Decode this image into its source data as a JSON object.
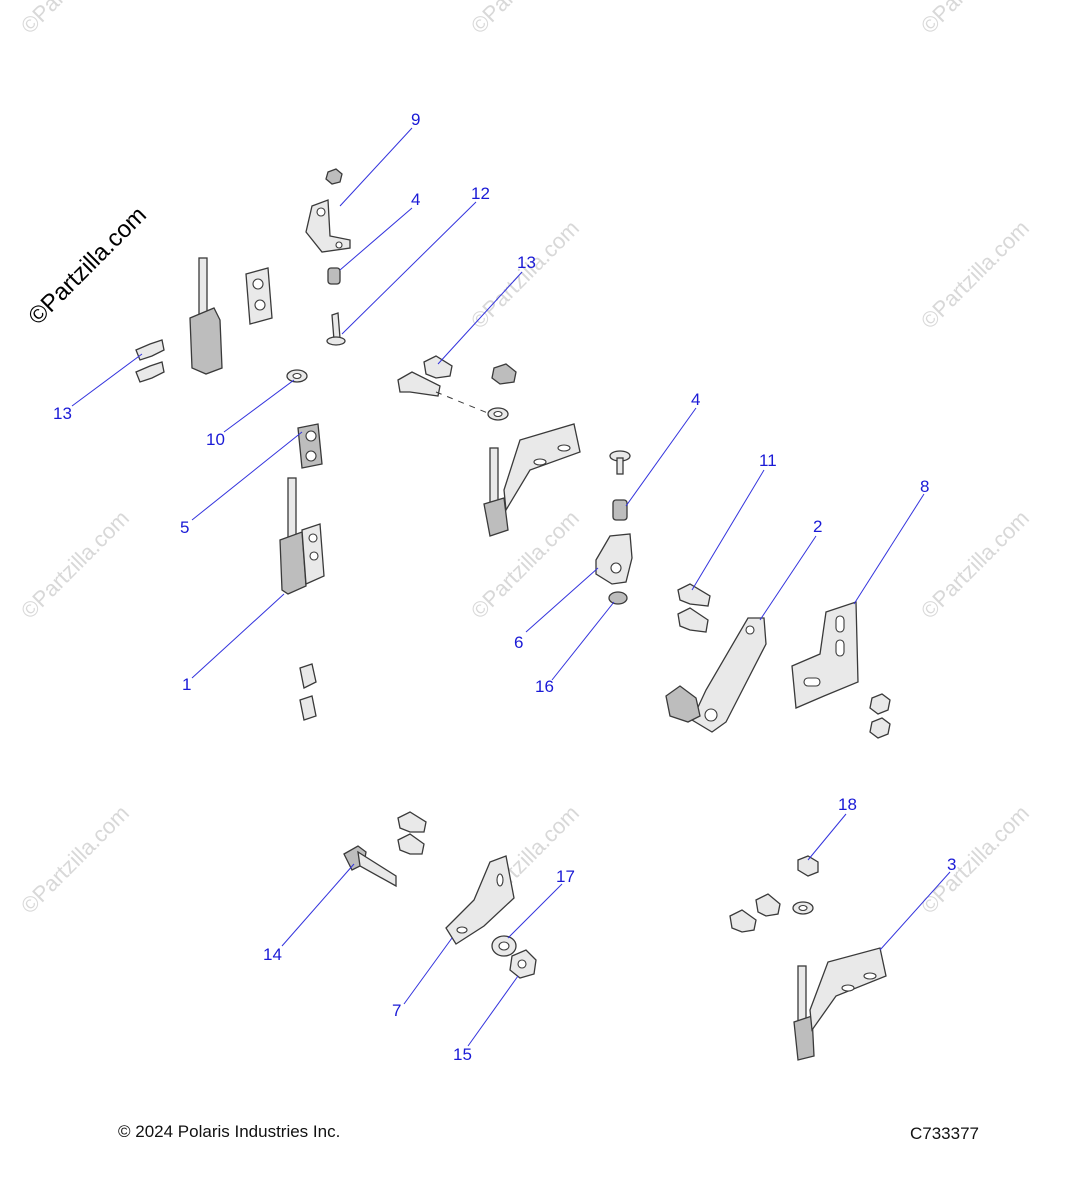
{
  "watermark": {
    "main": "©Partzilla.com",
    "tile": "©Partzilla.com"
  },
  "callouts": [
    {
      "id": "c9",
      "num": "9"
    },
    {
      "id": "c4a",
      "num": "4"
    },
    {
      "id": "c12",
      "num": "12"
    },
    {
      "id": "c13a",
      "num": "13"
    },
    {
      "id": "c13b",
      "num": "13"
    },
    {
      "id": "c10",
      "num": "10"
    },
    {
      "id": "c5",
      "num": "5"
    },
    {
      "id": "c1",
      "num": "1"
    },
    {
      "id": "c4b",
      "num": "4"
    },
    {
      "id": "c11",
      "num": "11"
    },
    {
      "id": "c8",
      "num": "8"
    },
    {
      "id": "c2",
      "num": "2"
    },
    {
      "id": "c6",
      "num": "6"
    },
    {
      "id": "c16",
      "num": "16"
    },
    {
      "id": "c18",
      "num": "18"
    },
    {
      "id": "c17",
      "num": "17"
    },
    {
      "id": "c3",
      "num": "3"
    },
    {
      "id": "c14",
      "num": "14"
    },
    {
      "id": "c7",
      "num": "7"
    },
    {
      "id": "c15",
      "num": "15"
    }
  ],
  "footer": {
    "copyright": "© 2024 Polaris Industries Inc.",
    "diagram_code": "C733377"
  }
}
